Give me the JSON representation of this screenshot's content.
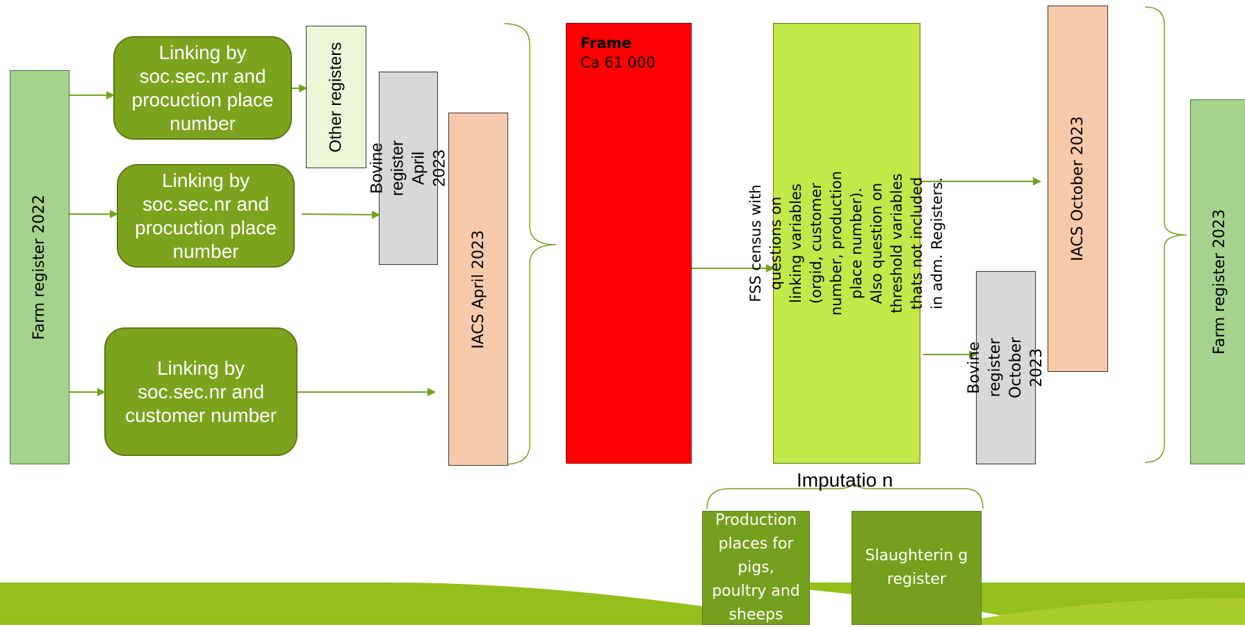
{
  "boxes": {
    "farm_register_2022": "Farm register 2022",
    "linking_1": "Linking by soc.sec.nr and procuction place number",
    "linking_2": "Linking by soc.sec.nr and procuction place number",
    "linking_3": "Linking by soc.sec.nr and customer number",
    "other_registers": "Other registers",
    "bovine_april": "Bovine register April 2023",
    "iacs_april": "IACS April 2023",
    "frame_title": "Frame",
    "frame_count": "Ca 61 000",
    "fss_census": "FSS census with questions on linking variables (orgid, customer number, production place number). Also question on threshold variables thats not included in adm. Registers.",
    "iacs_october": "IACS October  2023",
    "bovine_october": "Bovine register October 2023",
    "farm_register_2023": "Farm register 2023",
    "imputation": "Imputatio n",
    "production_places": "Production places for pigs, poultry and sheeps",
    "slaughtering": "Slaughterin g register"
  },
  "colors": {
    "light_green": "#a5d28c",
    "dark_green": "#7ca31e",
    "pale_green": "#ebf7d7",
    "grey": "#d8d8d8",
    "salmon": "#f7c9ab",
    "red": "#ff0000",
    "lime": "#c2e84a",
    "banner": "#94bf1c",
    "line": "#72a11b"
  }
}
